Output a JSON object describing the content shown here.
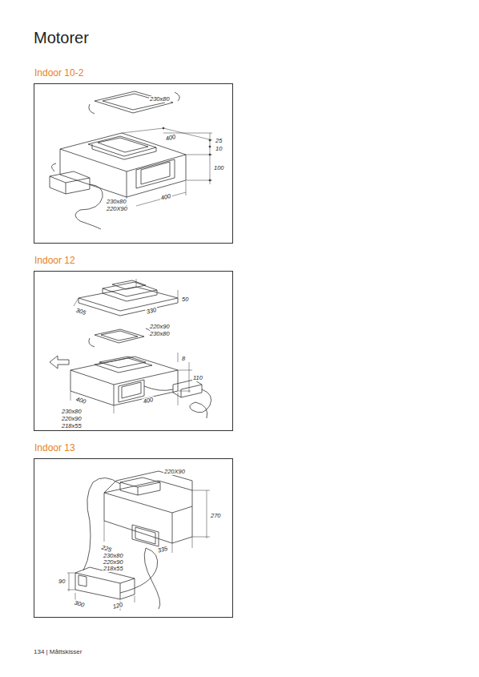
{
  "diagram": {
    "title": "Motorer",
    "nodes": [
      {
        "text": [
          "Indoor 10-2"
        ]
      },
      {
        "text": [
          "Indoor 12"
        ]
      },
      {
        "text": [
          "Indoor 13"
        ]
      }
    ],
    "labels": [
      "230x80",
      "400",
      "25",
      "10",
      "100",
      "400",
      "230x80",
      "220X90",
      "50",
      "305",
      "330",
      "220x90",
      "230x80",
      "8",
      "110",
      "400",
      "400",
      "230x80",
      "220x90",
      "218x55",
      "220X90",
      "270",
      "225",
      "335",
      "230x80",
      "220x90",
      "218x55",
      "90",
      "300",
      "120",
      "134 | Måttskisser"
    ]
  }
}
